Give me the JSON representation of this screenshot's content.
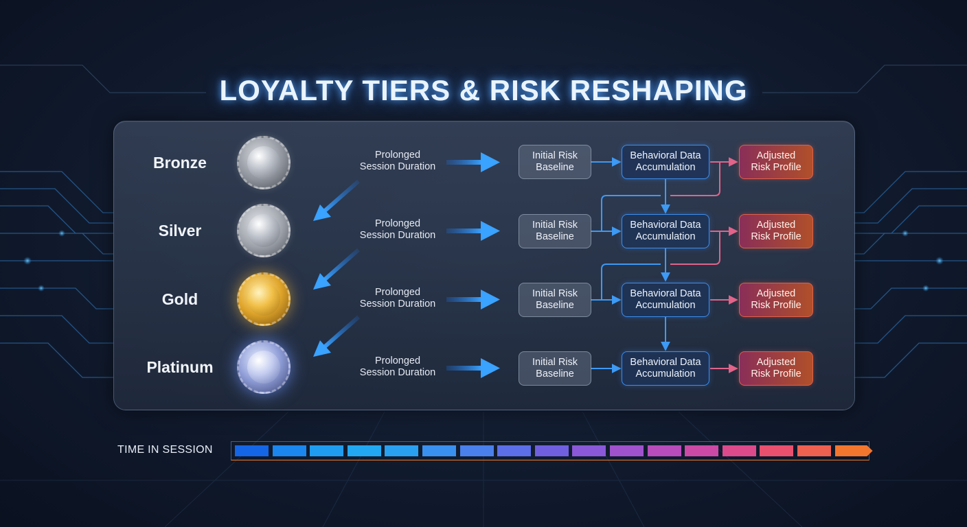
{
  "title": "LOYALTY TIERS & RISK RESHAPING",
  "tiers": [
    {
      "name": "Bronze",
      "medal": "bronze-medal-icon"
    },
    {
      "name": "Silver",
      "medal": "silver-medal-icon"
    },
    {
      "name": "Gold",
      "medal": "gold-medal-icon"
    },
    {
      "name": "Platinum",
      "medal": "platinum-medal-icon"
    }
  ],
  "stage_labels": {
    "trigger_line1": "Prolonged",
    "trigger_line2": "Session Duration",
    "initial_line1": "Initial Risk",
    "initial_line2": "Baseline",
    "behavior_line1": "Behavioral Data",
    "behavior_line2": "Accumulation",
    "adjusted_line1": "Adjusted",
    "adjusted_line2": "Risk Profile"
  },
  "timeline": {
    "label": "TIME IN SESSION",
    "colors": [
      "#1466e6",
      "#1a86ee",
      "#1f9cf0",
      "#22a8f2",
      "#2aa0f0",
      "#3a90ee",
      "#4a80ec",
      "#5c6ee8",
      "#7060e0",
      "#8a58d8",
      "#a052cc",
      "#b84cbc",
      "#cc4aa6",
      "#dc4a8c",
      "#e8506e",
      "#ee6050",
      "#f2762e"
    ],
    "accent": "#f07a2a"
  },
  "colors": {
    "accent_blue": "#3d8ef0",
    "accent_pink": "#e0607e",
    "accent_orange": "#e0604a"
  }
}
